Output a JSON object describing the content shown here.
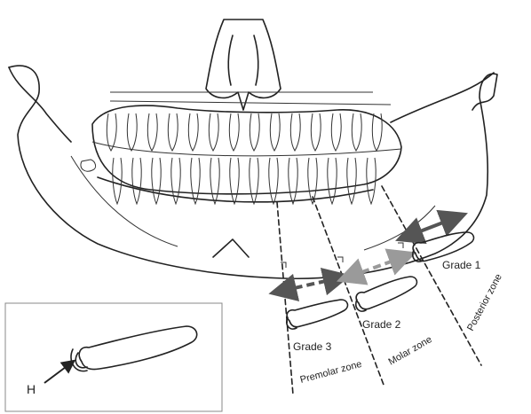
{
  "grades": {
    "grade1": "Grade 1",
    "grade2": "Grade 2",
    "grade3": "Grade 3"
  },
  "zones": {
    "posterior": "Posterior zone",
    "molar": "Molar zone",
    "premolar": "Premolar zone"
  },
  "inset": {
    "marker": "H"
  },
  "colors": {
    "line": "#222222",
    "arrow_dark": "#555555",
    "arrow_light": "#9a9a9a"
  }
}
